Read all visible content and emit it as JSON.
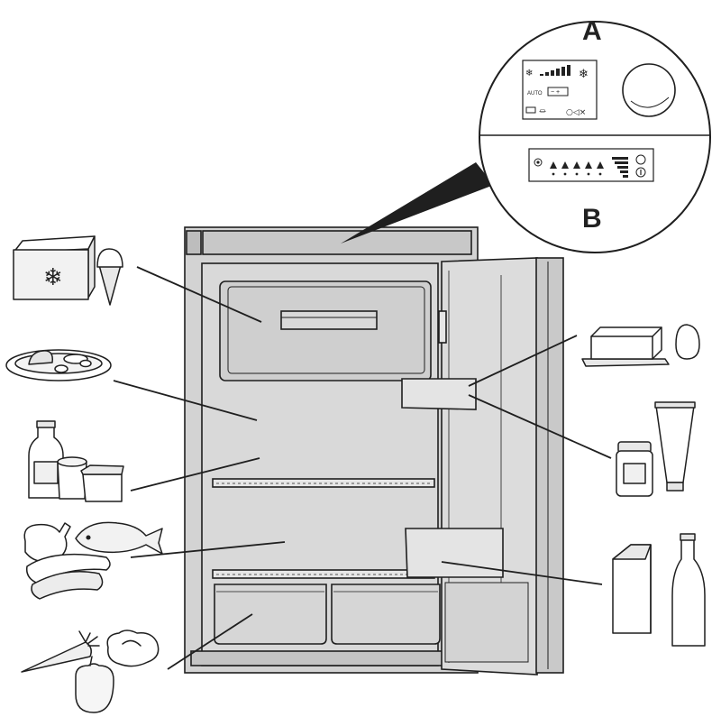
{
  "callouts": {
    "panel_a_label": "A",
    "panel_b_label": "B",
    "panel_a_auto_text": "AUTO"
  },
  "zones": [
    "Freezer compartment: frozen food, ice cream",
    "Upper shelf: ready meals",
    "Middle shelf: dairy products",
    "Lower shelf: meat, fish, sausages",
    "Crisper drawers: vegetables",
    "Door upper shelf: butter, eggs",
    "Door middle shelf: jars, tubes",
    "Door bottom shelf: bottles, cartons"
  ],
  "colors": {
    "line": "#1f1f1f",
    "cabinet": "#d3d3d3",
    "cabinet_dark": "#bdbdbd",
    "panel_fill": "#ffffff"
  }
}
